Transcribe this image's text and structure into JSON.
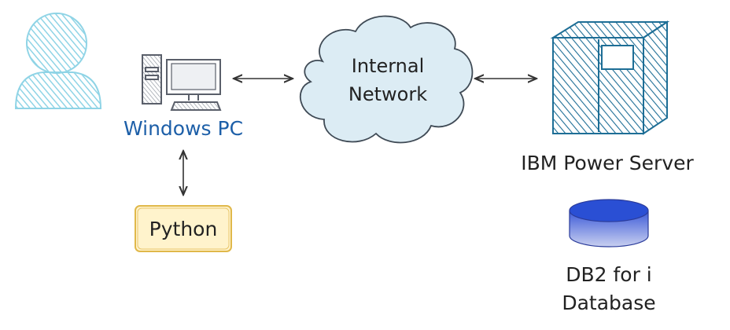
{
  "nodes": {
    "user": {
      "icon": "user-icon"
    },
    "windows_pc": {
      "icon": "desktop-computer-icon",
      "label": "Windows PC"
    },
    "python": {
      "label": "Python"
    },
    "network": {
      "icon": "cloud-icon",
      "label_line1": "Internal",
      "label_line2": "Network"
    },
    "server": {
      "icon": "server-tower-icon",
      "label": "IBM Power Server"
    },
    "database": {
      "icon": "database-cylinder-icon",
      "label_line1": "DB2 for i",
      "label_line2": "Database"
    }
  },
  "colors": {
    "user_fill": "#8fd4e6",
    "pc_label": "#1d5fa8",
    "python_fill": "#fff3cc",
    "python_stroke": "#e0b84a",
    "cloud_fill": "#dcecf4",
    "server_stroke": "#1e6e96",
    "db_top": "#2a4fd4",
    "db_body": "#7d8fd6",
    "stroke": "#333333"
  }
}
